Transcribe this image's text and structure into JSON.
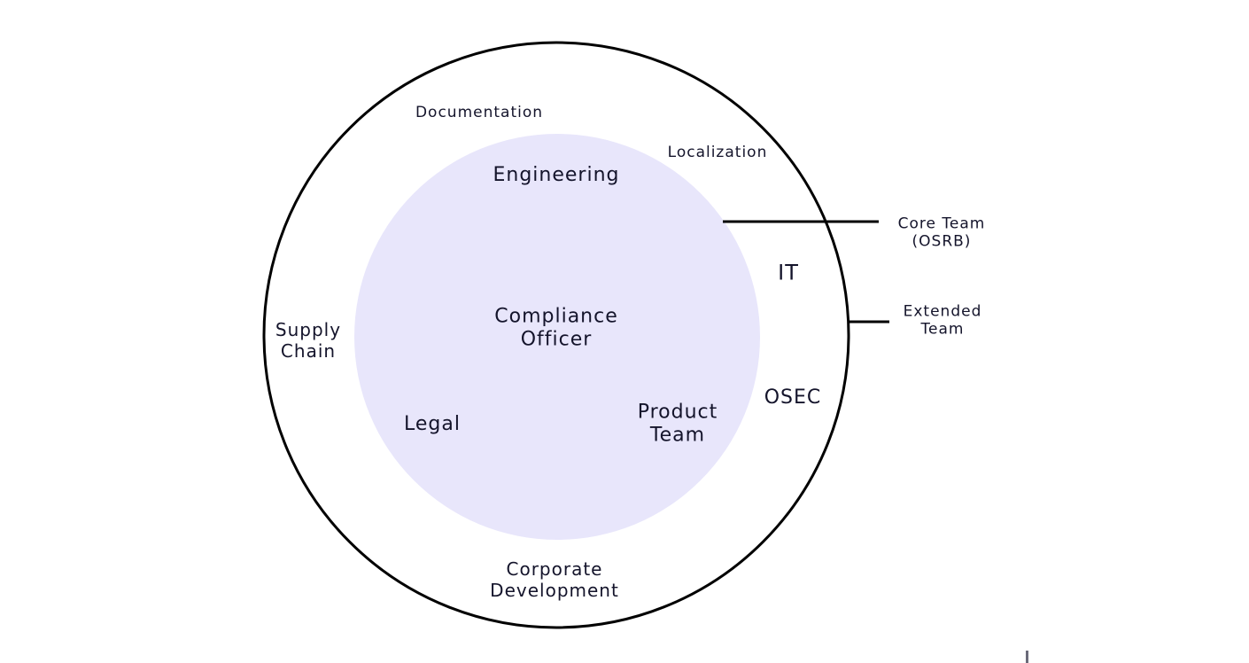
{
  "diagram": {
    "colors": {
      "inner_fill": "#e8e6fb",
      "outline": "#000000",
      "text": "#14142b",
      "corner_mark": "#6b6b7a"
    },
    "outer_ring": {
      "documentation": "Documentation",
      "localization": "Localization",
      "it": "IT",
      "osec": "OSEC",
      "supply_chain": "Supply\nChain",
      "corporate_development": "Corporate\nDevelopment"
    },
    "inner_circle": {
      "engineering": "Engineering",
      "compliance_officer": "Compliance\nOfficer",
      "legal": "Legal",
      "product_team": "Product\nTeam"
    },
    "callouts": {
      "core_team": "Core Team\n(OSRB)",
      "extended_team": "Extended\nTeam"
    }
  }
}
